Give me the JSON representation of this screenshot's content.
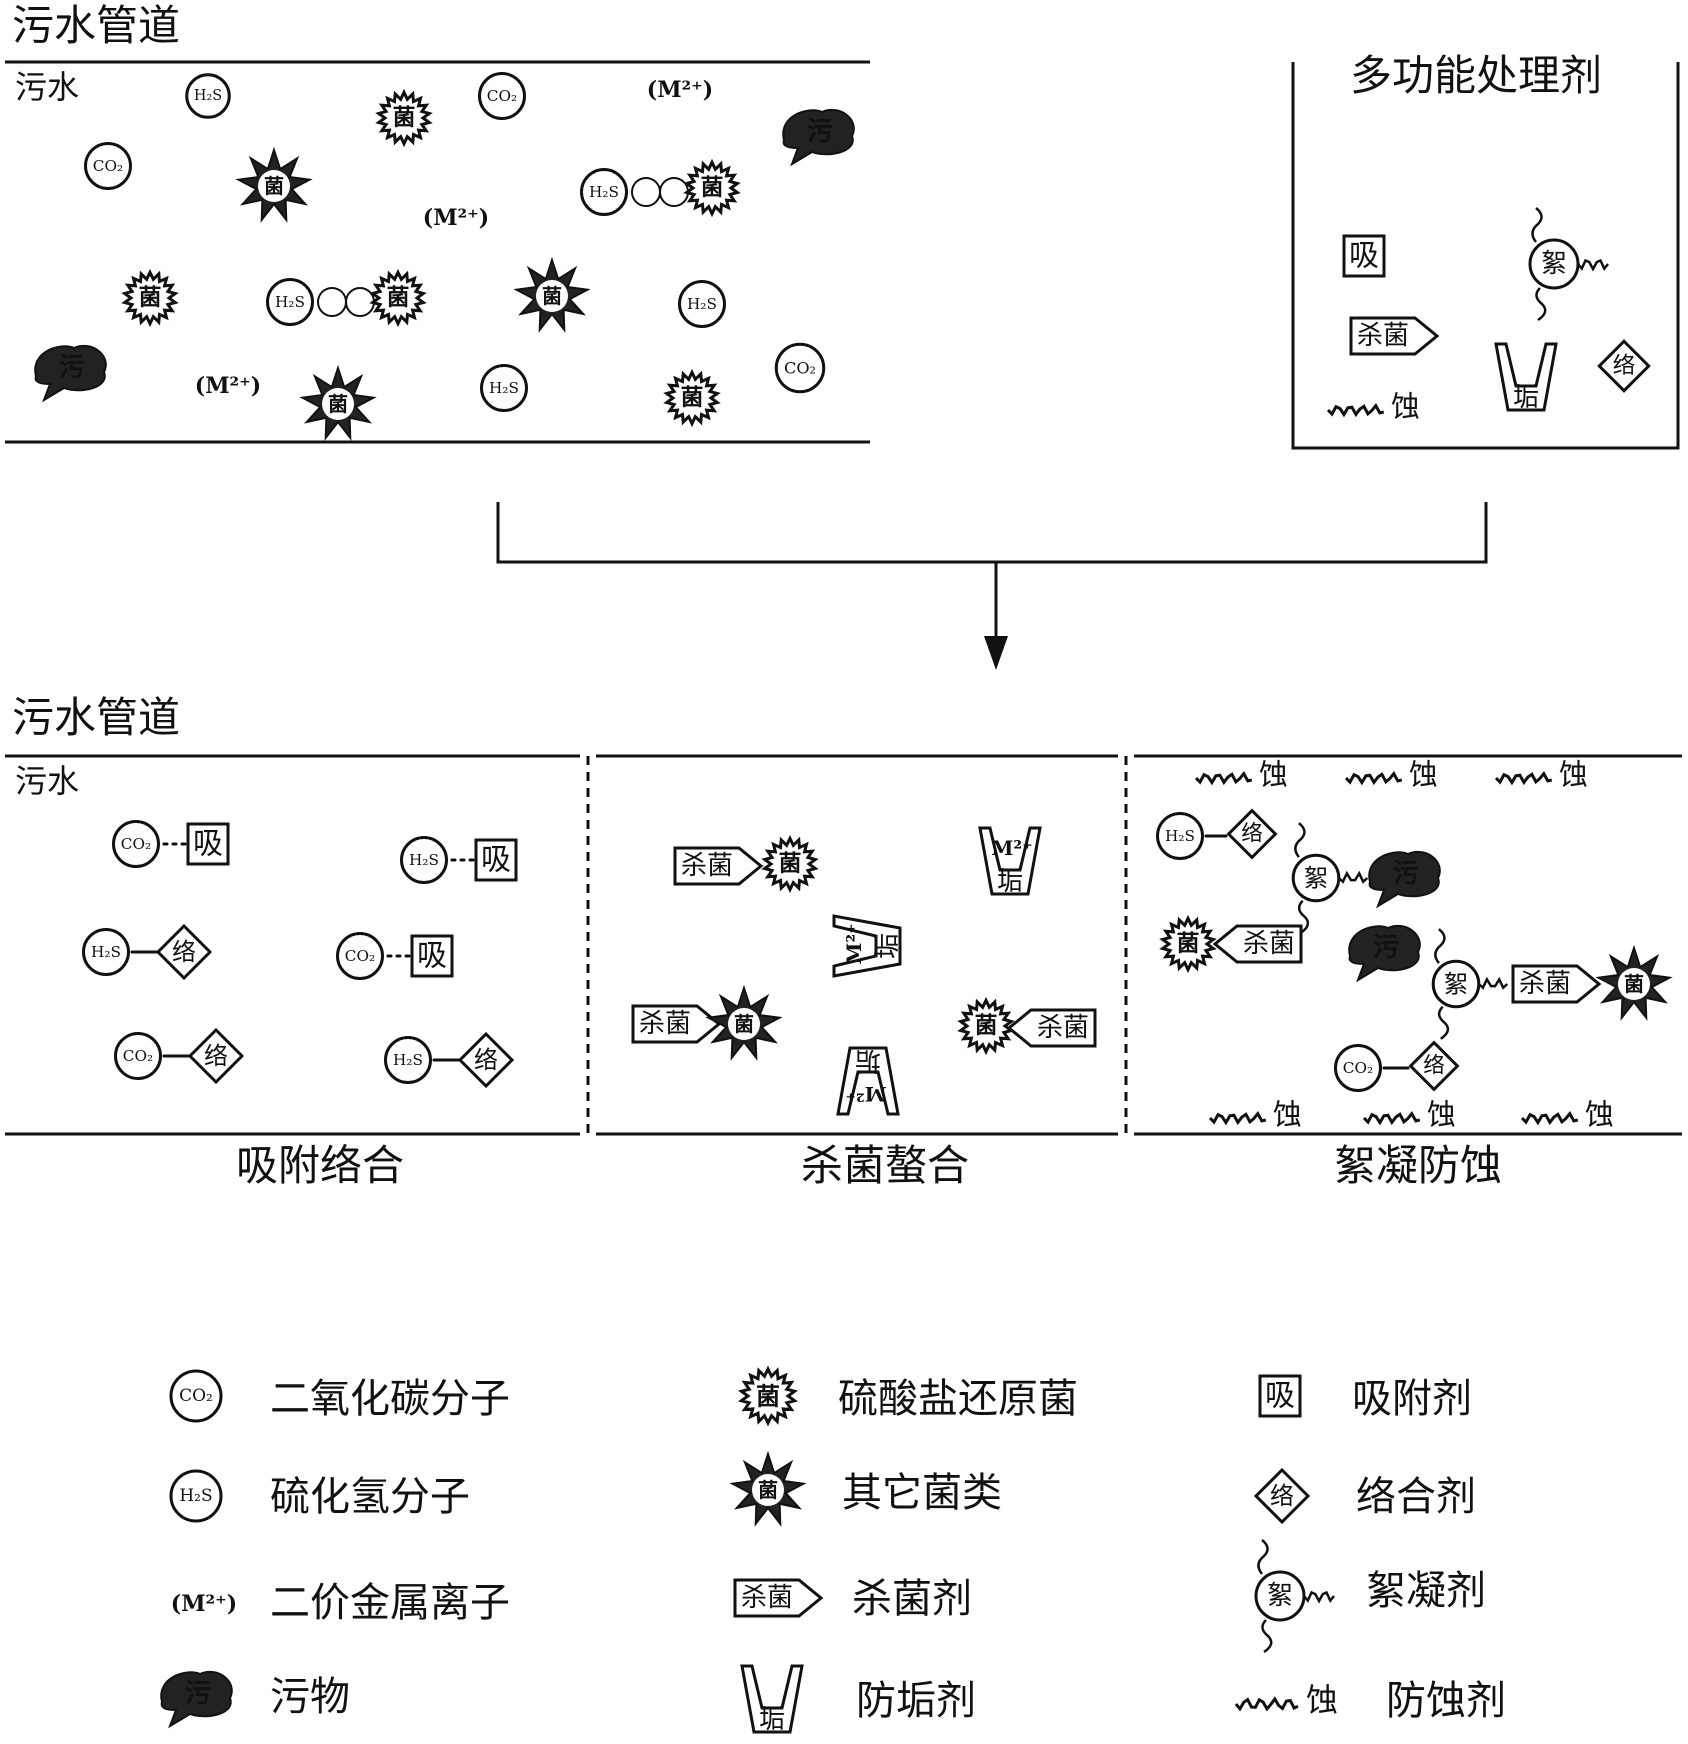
{
  "top": {
    "pipe_title": "污水管道",
    "water_label": "污水",
    "agent_title": "多功能处理剂"
  },
  "bottom": {
    "pipe_title": "污水管道",
    "water_label": "污水",
    "sections": [
      "吸附络合",
      "杀菌螯合",
      "絮凝防蚀"
    ]
  },
  "glyphs": {
    "co2": "CO₂",
    "h2s": "H₂S",
    "metal": "(M²⁺)",
    "metal_bare": "M²⁺",
    "srb": "菌",
    "other": "菌",
    "pollutant": "污",
    "adsorbent": "吸",
    "complexing": "络",
    "bactericide": "杀菌",
    "antiscale": "垢",
    "flocculant": "絮",
    "anticorrosion": "蚀"
  },
  "legend": [
    {
      "icon": "co2-icon",
      "label": "二氧化碳分子"
    },
    {
      "icon": "srb-icon",
      "label": "硫酸盐还原菌"
    },
    {
      "icon": "adsorbent-icon",
      "label": "吸附剂"
    },
    {
      "icon": "h2s-icon",
      "label": "硫化氢分子"
    },
    {
      "icon": "other-bacteria-icon",
      "label": "其它菌类"
    },
    {
      "icon": "complexing-agent-icon",
      "label": "络合剂"
    },
    {
      "icon": "metal-ion-icon",
      "label": "二价金属离子"
    },
    {
      "icon": "bactericide-icon",
      "label": "杀菌剂"
    },
    {
      "icon": "flocculant-icon",
      "label": "絮凝剂"
    },
    {
      "icon": "pollutant-icon",
      "label": "污物"
    },
    {
      "icon": "antiscale-icon",
      "label": "防垢剂"
    },
    {
      "icon": "anticorrosion-icon",
      "label": "防蚀剂"
    }
  ]
}
